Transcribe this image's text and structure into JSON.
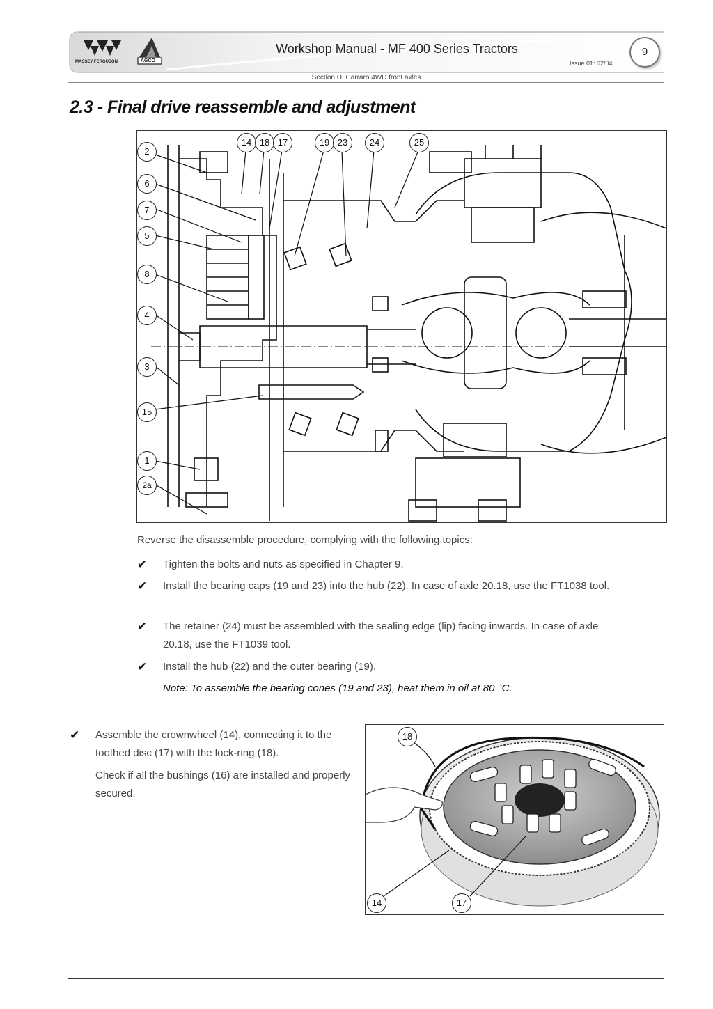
{
  "header": {
    "title": "Workshop Manual - MF 400 Series Tractors",
    "issue": "Issue 01: 02/04",
    "page_number": "9",
    "section": "Section D: Carraro 4WD front axles",
    "logo_left_text": "MASSEY FERGUSON",
    "logo_right_text": "AGCO"
  },
  "heading": "2.3 - Final drive reassemble and adjustment",
  "figure1": {
    "callouts_top": [
      "14",
      "18",
      "17",
      "19",
      "23",
      "24",
      "25"
    ],
    "callouts_left": [
      "2",
      "6",
      "7",
      "5",
      "8",
      "4",
      "3",
      "15",
      "1",
      "2a"
    ]
  },
  "intro": "Reverse the disassemble procedure, complying with the following topics:",
  "bullets": [
    "Tighten the bolts and nuts as specified in Chapter 9.",
    "Install the bearing caps (19 and 23) into the hub (22). In case of axle 20.18, use the FT1038 tool.",
    "The retainer (24) must be assembled with the sealing edge (lip) facing inwards. In case of axle 20.18, use the FT1039 tool.",
    "Install the hub (22) and the outer bearing (19)."
  ],
  "note": "Note: To assemble the bearing cones (19 and 23), heat them in oil at 80 °C.",
  "bullet_symbol": "✔",
  "assemble": {
    "text1": "Assemble the crownwheel (14), connecting it to the toothed disc (17) with the lock-ring (18).",
    "text2": "Check if all the bushings (16) are installed and properly secured."
  },
  "figure2": {
    "callouts": [
      "18",
      "14",
      "17"
    ]
  }
}
